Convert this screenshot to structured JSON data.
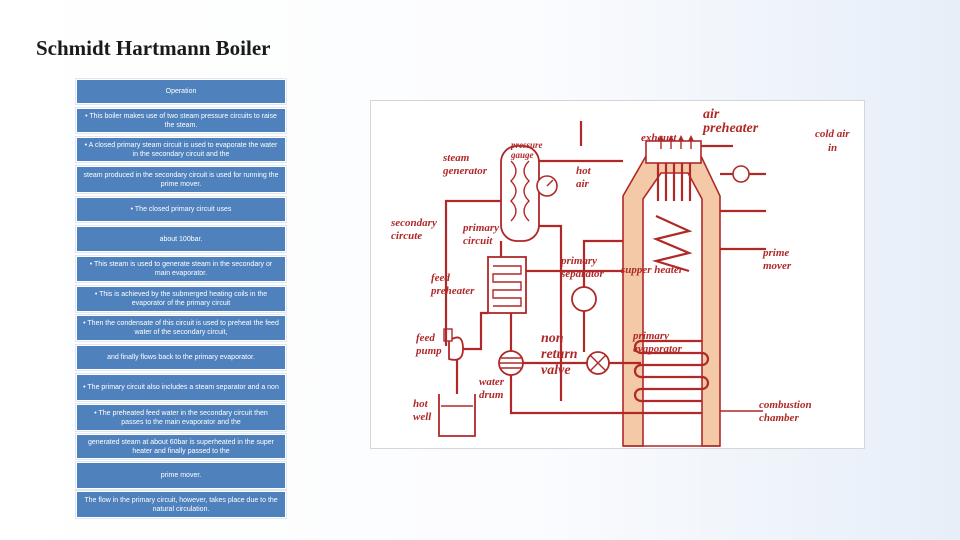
{
  "title": "Schmidt Hartmann Boiler",
  "steps": [
    "Operation",
    "• This boiler makes use of two steam pressure circuits to raise the steam.",
    "• A closed primary steam circuit is used to evaporate the water in the secondary circuit and the",
    "steam produced in the secondary circuit is used for running the prime mover.",
    "• The closed primary circuit uses",
    "about 100bar.",
    "• This steam is used to generate steam in the secondary or main evaporator.",
    "• This is achieved by the submerged heating coils in the evaporator of the primary circuit",
    "• Then the condensate of this circuit is used to preheat the feed water of the secondary circuit,",
    "and finally flows back to the primary evaporator.",
    "• The primary circuit also includes a steam separator and a non",
    "• The preheated feed water in the secondary circuit then passes to the main evaporator and the",
    "generated steam at about 60bar is superheated in the super heater and finally passed to the",
    "prime mover.",
    "The flow in the primary circuit, however, takes place due to the natural circulation."
  ],
  "diagram": {
    "labels": {
      "air_preheater_1": "air",
      "air_preheater_2": "preheater",
      "exhaust": "exhaust",
      "cold_air_1": "cold air",
      "cold_air_2": "in",
      "pressure_gauge_1": "pressure",
      "pressure_gauge_2": "gauge",
      "steam_generator_1": "steam",
      "steam_generator_2": "generator",
      "hot_air_1": "hot",
      "hot_air_2": "air",
      "secondary_circuit_1": "secondary",
      "secondary_circuit_2": "circute",
      "primary_circuit_1": "primary",
      "primary_circuit_2": "circuit",
      "prime_mover_1": "prime",
      "prime_mover_2": "mover",
      "primary_separator_1": "primary",
      "primary_separator_2": "separator",
      "supper_heater": "supper heater",
      "feed_preheater_1": "feed",
      "feed_preheater_2": "preheater",
      "feed_pump_1": "feed",
      "feed_pump_2": "pump",
      "non_return_1": "non",
      "non_return_2": "return",
      "non_return_3": "valve",
      "primary_evaporator_1": "primary",
      "primary_evaporator_2": "evaporator",
      "water_drum_1": "water",
      "water_drum_2": "drum",
      "hot_well_1": "hot",
      "hot_well_2": "well",
      "combustion_chamber_1": "combustion",
      "combustion_chamber_2": "chamber"
    }
  }
}
